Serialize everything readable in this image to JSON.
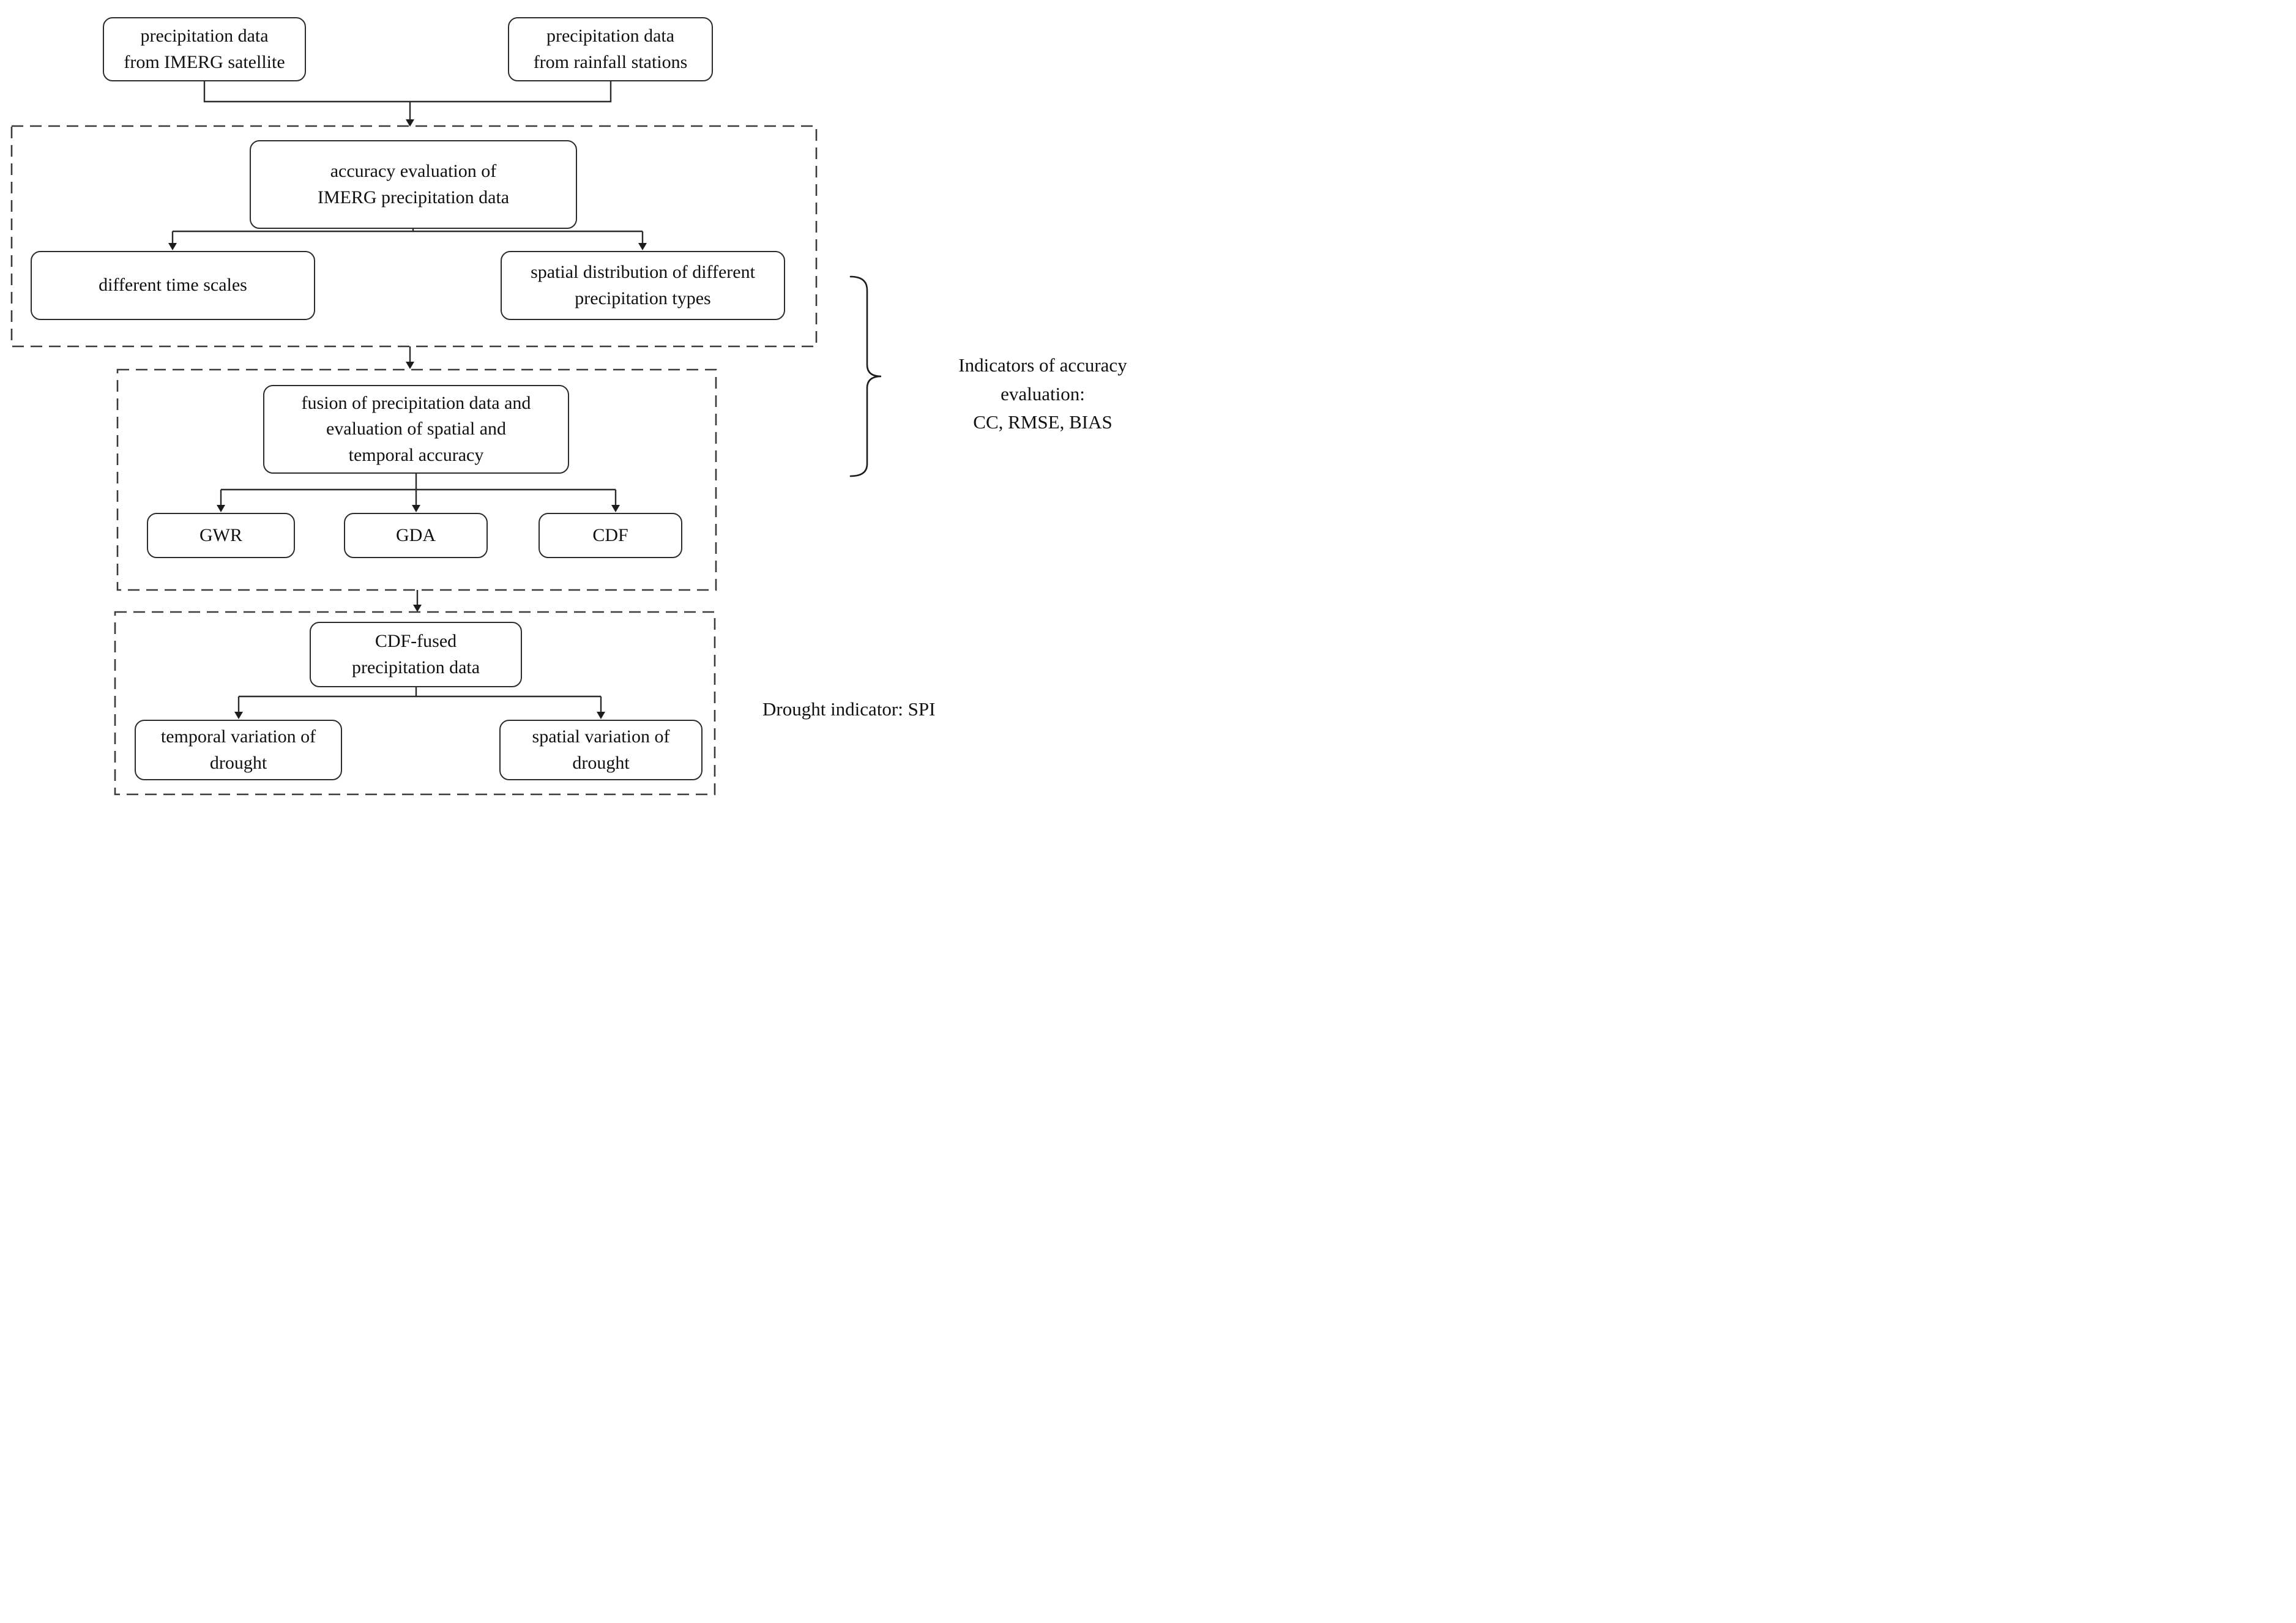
{
  "figure": {
    "nodes": [
      {
        "id": "imerg-satellite",
        "label": "precipitation data\nfrom IMERG satellite"
      },
      {
        "id": "rainfall-stations",
        "label": "precipitation data\nfrom rainfall stations"
      },
      {
        "id": "accuracy-evaluation",
        "label": "accuracy evaluation of\nIMERG precipitation data"
      },
      {
        "id": "time-scales",
        "label": "different time scales"
      },
      {
        "id": "spatial-distribution",
        "label": "spatial distribution of different\nprecipitation types"
      },
      {
        "id": "fusion-evaluation",
        "label": "fusion of precipitation data and\nevaluation of spatial and\ntemporal accuracy"
      },
      {
        "id": "gwr",
        "label": "GWR"
      },
      {
        "id": "gda",
        "label": "GDA"
      },
      {
        "id": "cdf",
        "label": "CDF"
      },
      {
        "id": "cdf-fused",
        "label": "CDF-fused\nprecipitation data"
      },
      {
        "id": "temporal-variation",
        "label": "temporal variation of\ndrought"
      },
      {
        "id": "spatial-variation",
        "label": "spatial variation of\ndrought"
      }
    ],
    "annotations": {
      "accuracy_indicators": "Indicators of accuracy\nevaluation:\nCC, RMSE, BIAS",
      "drought_indicator": "Drought indicator: SPI"
    },
    "colors": {
      "line": "#2b2b2b",
      "text": "#111111",
      "background": "#ffffff"
    }
  }
}
